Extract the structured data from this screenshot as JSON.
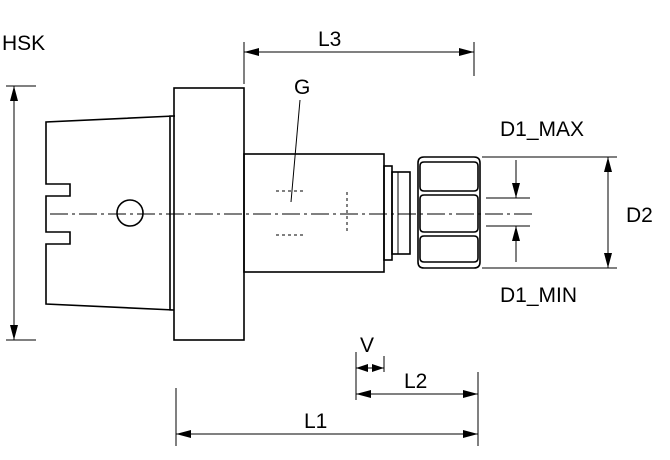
{
  "diagram": {
    "labels": {
      "hsk": "HSK",
      "l3": "L3",
      "g": "G",
      "d1_max": "D1_MAX",
      "d2": "D2",
      "d1_min": "D1_MIN",
      "v": "V",
      "l2": "L2",
      "l1": "L1"
    }
  }
}
